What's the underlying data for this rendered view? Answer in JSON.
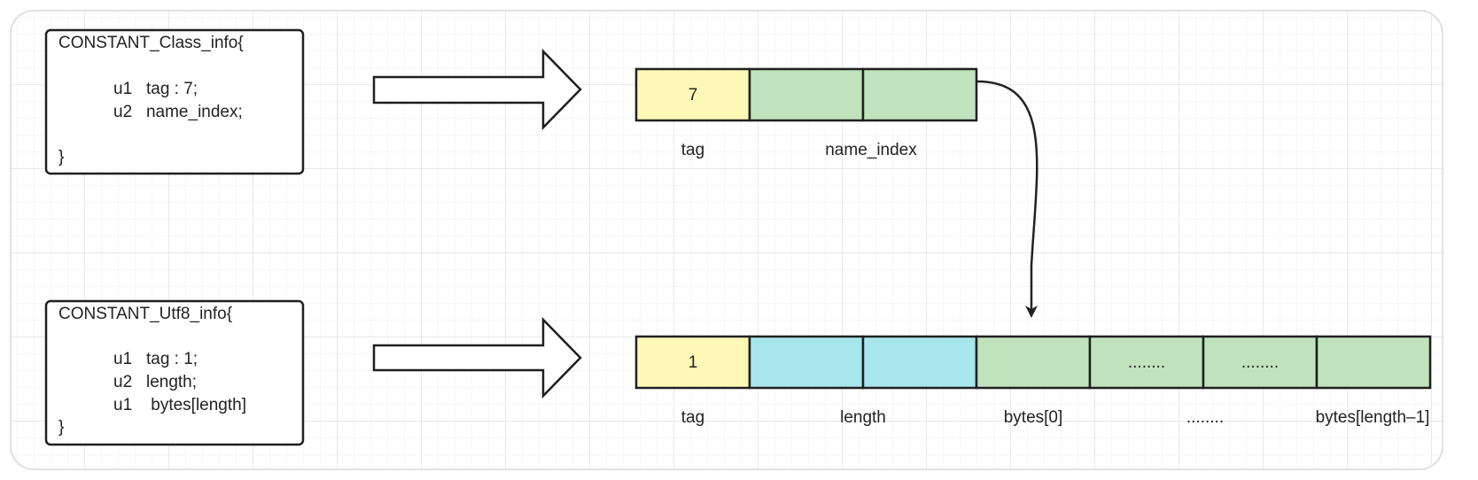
{
  "colors": {
    "background": "#ffffff",
    "grid": "#e6e6e6",
    "card_border": "#d0d0d0",
    "stroke": "#1f1f1f",
    "tag_fill": "#fef8b6",
    "index_fill": "#c0e2bd",
    "length_fill": "#a8e6ee",
    "bytes_fill": "#c0e2bd",
    "arrow_fill": "#ffffff"
  },
  "class_info": {
    "header": "CONSTANT_Class_info{",
    "line1": "u1   tag : 7;",
    "line2": "u2   name_index;",
    "footer": "}",
    "cells": {
      "tag_value": "7"
    },
    "labels": {
      "tag": "tag",
      "name_index": "name_index"
    }
  },
  "utf8_info": {
    "header": "CONSTANT_Utf8_info{",
    "line1": "u1   tag : 1;",
    "line2": "u2   length;",
    "line3": "u1    bytes[length]",
    "footer": "}",
    "cells": {
      "tag_value": "1",
      "dots_1": "........",
      "dots_2": "........"
    },
    "labels": {
      "tag": "tag",
      "length": "length",
      "bytes_first": "bytes[0]",
      "dots": "........",
      "bytes_last": "bytes[length–1]"
    }
  }
}
